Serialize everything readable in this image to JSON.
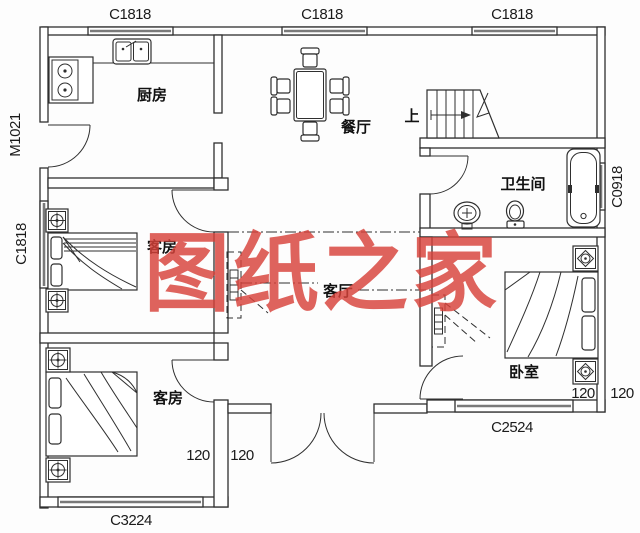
{
  "watermark": {
    "text": "图纸之家",
    "color": "#d8423a"
  },
  "rooms": {
    "kitchen": "厨房",
    "dining": "餐厅",
    "bathroom": "卫生间",
    "guest_room_1": "客房",
    "living": "客厅",
    "bedroom": "卧室",
    "guest_room_2": "客房",
    "stairs_up": "上"
  },
  "dimensions": {
    "top_window_1": "C1818",
    "top_window_2": "C1818",
    "top_window_3": "C1818",
    "left_door": "M1021",
    "left_window": "C1818",
    "right_window": "C0918",
    "bottom_left_window": "C3224",
    "bedroom_window": "C2524",
    "entry_offset_left": "120",
    "entry_offset_right": "120",
    "bedroom_offset_left": "120",
    "bedroom_offset_right": "120"
  },
  "colors": {
    "line": "#2f2f2f",
    "window": "#7a7a7a",
    "watermark_red": "#d8423a"
  }
}
